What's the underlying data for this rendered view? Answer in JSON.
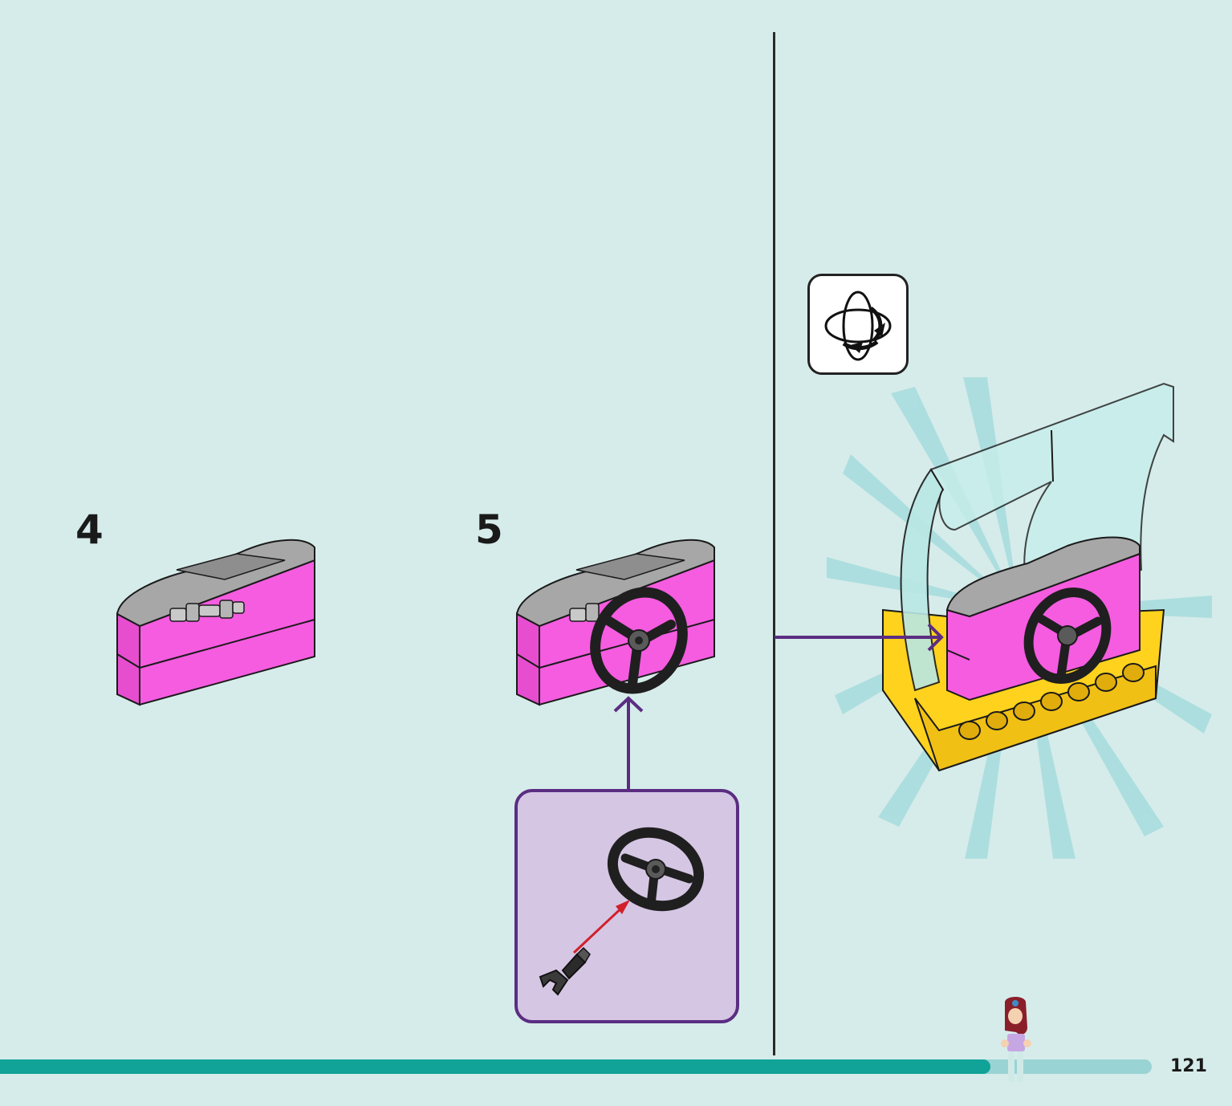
{
  "steps": [
    {
      "number": "4"
    },
    {
      "number": "5"
    }
  ],
  "page_number": "121",
  "progress": {
    "fraction": 0.86
  },
  "icons": {
    "rotate": "rotate-model-icon",
    "minifigure": "minifigure-icon"
  },
  "colors": {
    "background": "#d6ecea",
    "progress_fill": "#11a398",
    "progress_track": "#9ad3d4",
    "callout_border": "#5b2d82",
    "callout_fill": "#d5c6e4",
    "brick_pink": "#f55ce0",
    "brick_grey": "#a7a7a7",
    "brick_yellow": "#ffd21e",
    "arrow_purple": "#5b2d82",
    "arrow_red": "#d0202a"
  }
}
